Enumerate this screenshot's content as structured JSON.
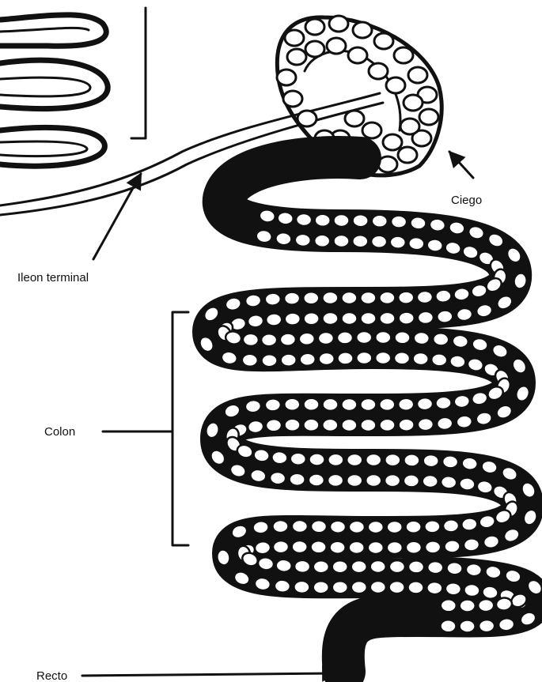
{
  "labels": {
    "cecum": "Ciego",
    "ileum": "Ileon terminal",
    "colon": "Colon",
    "rectum": "Recto"
  },
  "colors": {
    "ink": "#111111",
    "paper": "#ffffff"
  }
}
